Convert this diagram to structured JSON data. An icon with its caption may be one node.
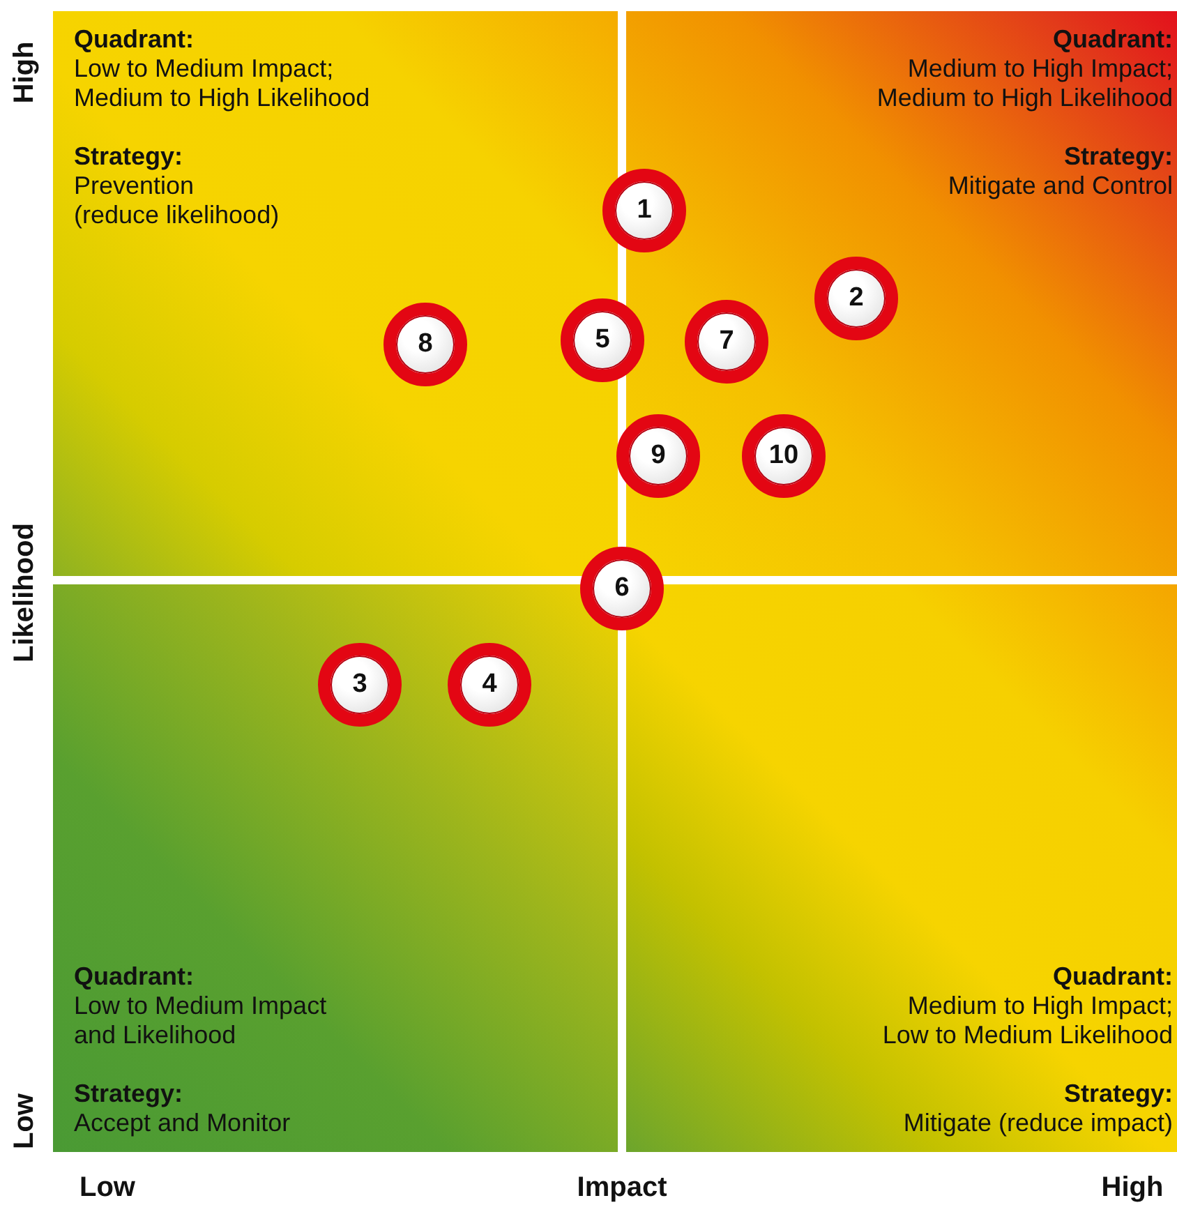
{
  "diagram": {
    "nodes": [
      {
        "text": [
          "Quadrant:",
          "Low to Medium Impact; Medium to High Likelihood",
          "Strategy:",
          "Prevention (reduce likelihood)"
        ]
      },
      {
        "text": [
          "Quadrant:",
          "Medium to High Impact; Medium to High Likelihood",
          "Strategy:",
          "Mitigate and Control"
        ]
      },
      {
        "text": [
          "Quadrant:",
          "Low to Medium Impact and Likelihood",
          "Strategy:",
          "Accept and Monitor"
        ]
      },
      {
        "text": [
          "Quadrant:",
          "Medium to High Impact; Low to Medium Likelihood",
          "Strategy:",
          "Mitigate (reduce impact)"
        ]
      },
      {
        "text": [
          "1"
        ]
      },
      {
        "text": [
          "2"
        ],
        "in": 1
      },
      {
        "text": [
          "8"
        ],
        "in": 0
      },
      {
        "text": [
          "5"
        ]
      },
      {
        "text": [
          "7"
        ],
        "in": 1
      },
      {
        "text": [
          "9"
        ]
      },
      {
        "text": [
          "10"
        ],
        "in": 1
      },
      {
        "text": [
          "6"
        ]
      },
      {
        "text": [
          "3"
        ],
        "in": 2
      },
      {
        "text": [
          "4"
        ],
        "in": 2
      }
    ],
    "labels": [
      "High",
      "Likelihood",
      "Low",
      "Low",
      "Impact",
      "High"
    ]
  }
}
